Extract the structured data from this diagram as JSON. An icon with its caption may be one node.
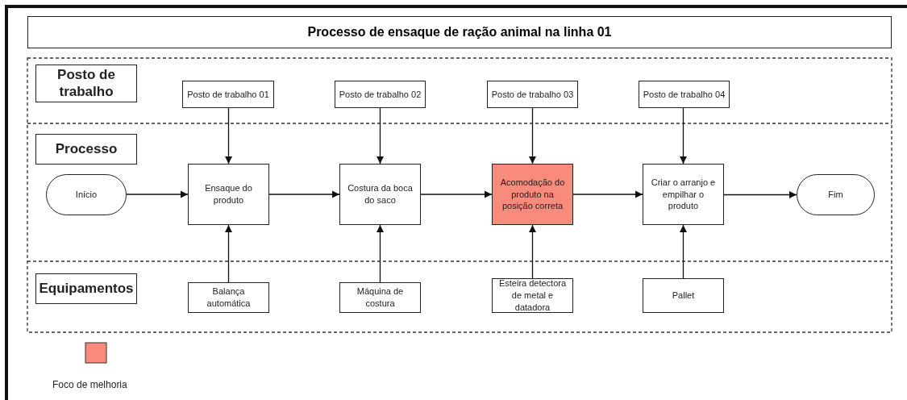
{
  "diagram": {
    "title": "Processo de ensaque de ração animal na linha 01",
    "nodes": [
      {
        "text": [
          "Posto de trabalho"
        ]
      },
      {
        "text": [
          "Posto de trabalho 01"
        ]
      },
      {
        "text": [
          "Posto de trabalho 02"
        ]
      },
      {
        "text": [
          "Posto de trabalho 03"
        ]
      },
      {
        "text": [
          "Posto de trabalho 04"
        ]
      },
      {
        "text": [
          "Processo"
        ]
      },
      {
        "text": [
          "Início"
        ]
      },
      {
        "text": [
          "Ensaque do produto"
        ]
      },
      {
        "text": [
          "Costura da boca do saco"
        ]
      },
      {
        "text": [
          "Acomodação do produto na posição correta"
        ]
      },
      {
        "text": [
          "Criar o arranjo e empilhar o produto"
        ]
      },
      {
        "text": [
          "Fim"
        ]
      },
      {
        "text": [
          "Equipamentos"
        ]
      },
      {
        "text": [
          "Balança automática"
        ]
      },
      {
        "text": [
          "Máquina de costura"
        ]
      },
      {
        "text": [
          "Esteira detectora de metal e datadora"
        ]
      },
      {
        "text": [
          "Pallet"
        ]
      }
    ],
    "edges": [
      {
        "from": 1,
        "to": 7,
        "arrow": "to"
      },
      {
        "from": 2,
        "to": 8,
        "arrow": "to"
      },
      {
        "from": 3,
        "to": 9,
        "arrow": "to"
      },
      {
        "from": 4,
        "to": 10,
        "arrow": "to"
      },
      {
        "from": 6,
        "to": 7,
        "arrow": "to"
      },
      {
        "from": 7,
        "to": 8,
        "arrow": "to"
      },
      {
        "from": 8,
        "to": 9,
        "arrow": "to"
      },
      {
        "from": 9,
        "to": 10,
        "arrow": "to"
      },
      {
        "from": 10,
        "to": 11,
        "arrow": "to"
      },
      {
        "from": 13,
        "to": 7,
        "arrow": "to"
      },
      {
        "from": 14,
        "to": 8,
        "arrow": "to"
      },
      {
        "from": 15,
        "to": 9,
        "arrow": "to"
      },
      {
        "from": 16,
        "to": 10,
        "arrow": "to"
      }
    ],
    "legend": [
      {
        "text": "Foco de melhoria",
        "color": "#f98b7c"
      }
    ]
  }
}
